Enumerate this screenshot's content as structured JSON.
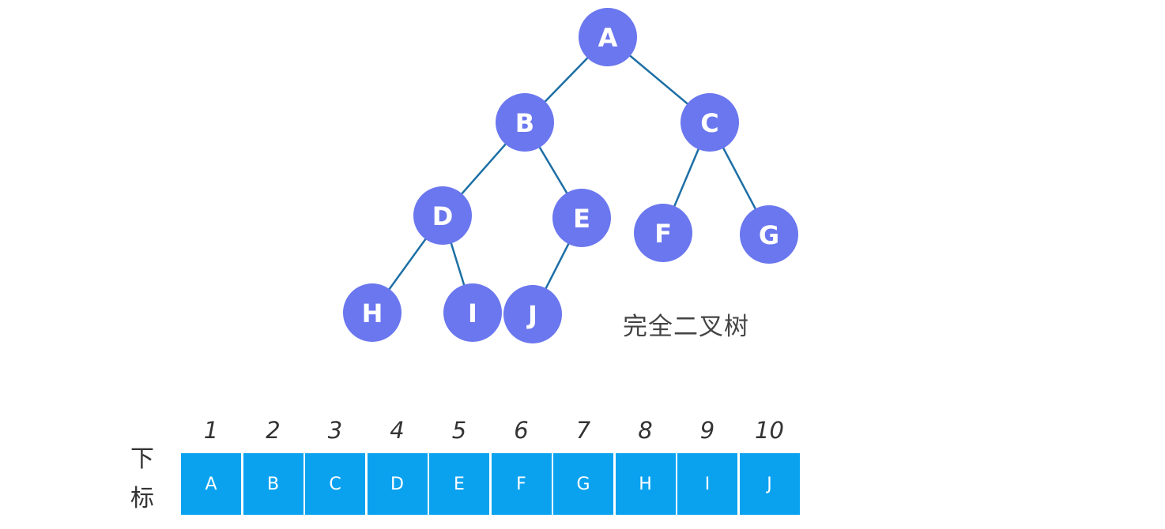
{
  "tree": {
    "node_color": "#6b77ee",
    "edge_color": "#1d6fa5",
    "nodes": [
      {
        "id": "A",
        "label": "A"
      },
      {
        "id": "B",
        "label": "B"
      },
      {
        "id": "C",
        "label": "C"
      },
      {
        "id": "D",
        "label": "D"
      },
      {
        "id": "E",
        "label": "E"
      },
      {
        "id": "F",
        "label": "F"
      },
      {
        "id": "G",
        "label": "G"
      },
      {
        "id": "H",
        "label": "H"
      },
      {
        "id": "I",
        "label": "I"
      },
      {
        "id": "J",
        "label": "J"
      }
    ],
    "edges": [
      [
        "A",
        "B"
      ],
      [
        "A",
        "C"
      ],
      [
        "B",
        "D"
      ],
      [
        "B",
        "E"
      ],
      [
        "C",
        "F"
      ],
      [
        "C",
        "G"
      ],
      [
        "D",
        "H"
      ],
      [
        "D",
        "I"
      ],
      [
        "E",
        "J"
      ]
    ]
  },
  "caption": "完全二叉树",
  "array": {
    "cell_color": "#0aa2ef",
    "index_label_top": "下",
    "index_label_bottom": "标",
    "indices": [
      "1",
      "2",
      "3",
      "4",
      "5",
      "6",
      "7",
      "8",
      "9",
      "10"
    ],
    "values": [
      "A",
      "B",
      "C",
      "D",
      "E",
      "F",
      "G",
      "H",
      "I",
      "J"
    ]
  }
}
